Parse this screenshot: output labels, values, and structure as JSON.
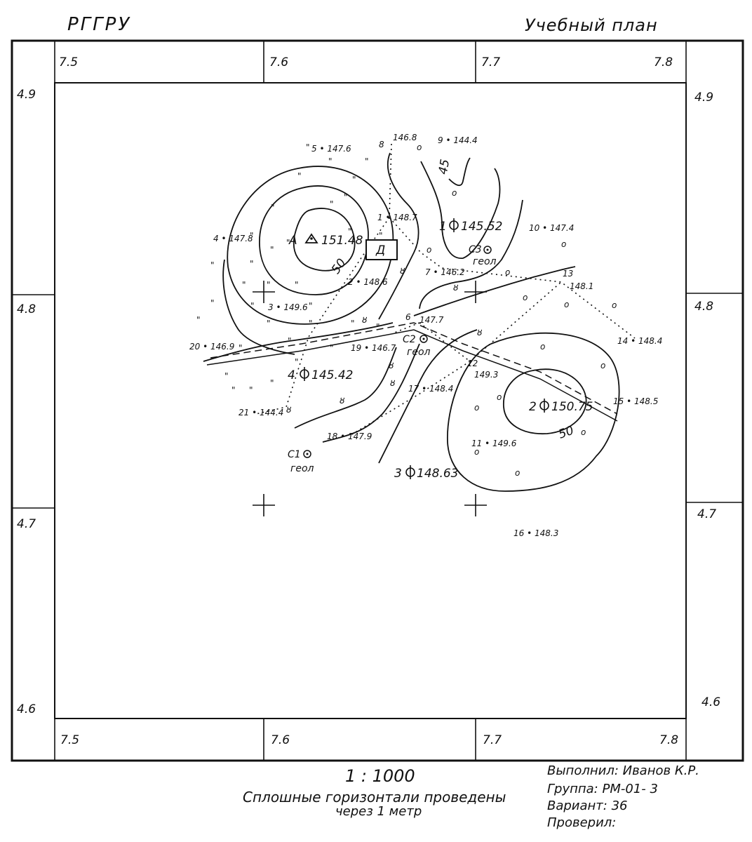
{
  "header": {
    "org": "РГГРУ",
    "title": "Учебный план"
  },
  "grid": {
    "x_labels": [
      "7.5",
      "7.6",
      "7.7",
      "7.8"
    ],
    "y_labels": [
      "4.9",
      "4.8",
      "4.7",
      "4.6"
    ]
  },
  "stations": {
    "A": "А",
    "A_elev": "151.48",
    "s1": "1",
    "s1_elev": "145.52",
    "s2": "2",
    "s2_elev": "150.75",
    "s3": "3",
    "s3_elev": "148.63",
    "s4": "4",
    "s4_elev": "145.42"
  },
  "wells": {
    "c1": "С1",
    "c2": "С2",
    "c3": "С3",
    "geol": "геол"
  },
  "points": {
    "p1": "1 • 148.7",
    "p2": "2 • 148.6",
    "p3": "3 • 149.6",
    "p4": "4 • 147.8",
    "p5": "5 • 147.6",
    "p6n": "6",
    "p6e": "147.7",
    "p7": "7 • 146.2",
    "p8n": "8",
    "p8e": "146.8",
    "p9": "9 • 144.4",
    "p10": "10 • 147.4",
    "p11": "11 • 149.6",
    "p12n": "12",
    "p12e": "149.3",
    "p13n": "13",
    "p13e": "148.1",
    "p14": "14 • 148.4",
    "p15": "15 • 148.5",
    "p16": "16 • 148.3",
    "p17": "17 • 148.4",
    "p18": "18 • 147.9",
    "p19": "19 • 146.7",
    "p20": "20 • 146.9",
    "p21": "21 • 144.4"
  },
  "contours": {
    "c50a": "50",
    "c50b": "50",
    "c45": "45"
  },
  "building": "Д",
  "footer": {
    "scale": "1 : 1000",
    "note_line1": "Сплошные горизонтали проведены",
    "note_line2": "через 1 метр",
    "done_by": "Выполнил: Иванов К.Р.",
    "group": "Группа: РМ-01- 3",
    "variant": "Вариант: 36",
    "checked": "Проверил:"
  }
}
